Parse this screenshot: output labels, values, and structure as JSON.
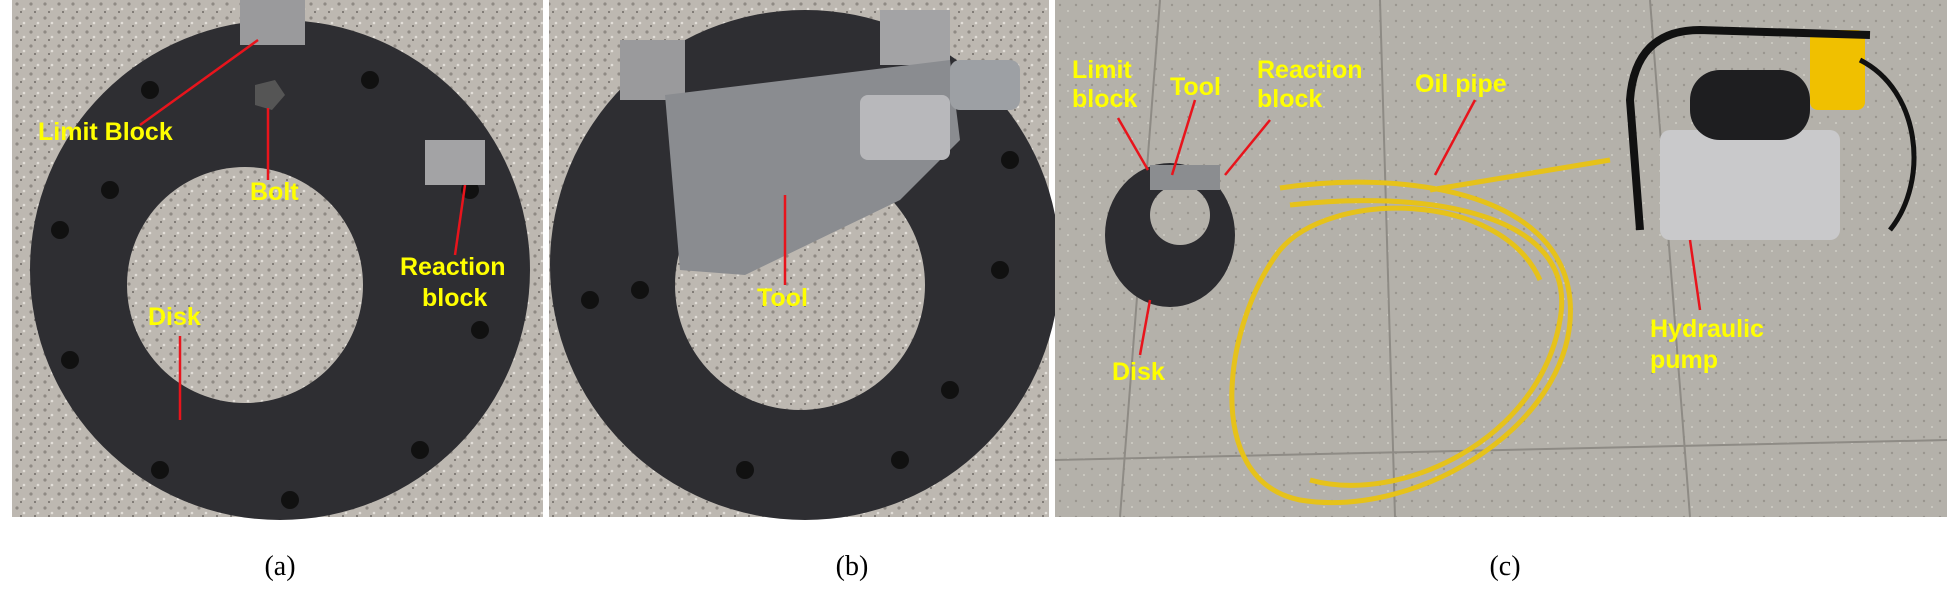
{
  "panels": [
    {
      "caption": "(a)",
      "labels": {
        "limit_block": "Limit Block",
        "bolt": "Bolt",
        "reaction_block_1": "Reaction",
        "reaction_block_2": "block",
        "disk": "Disk"
      }
    },
    {
      "caption": "(b)",
      "labels": {
        "tool": "Tool"
      }
    },
    {
      "caption": "(c)",
      "labels": {
        "limit_block_1": "Limit",
        "limit_block_2": "block",
        "tool": "Tool",
        "reaction_block_1": "Reaction",
        "reaction_block_2": "block",
        "oil_pipe": "Oil pipe",
        "disk": "Disk",
        "pump_1": "Hydraulic",
        "pump_2": "pump"
      }
    }
  ],
  "colors": {
    "label": "#ffff00",
    "leader": "#e8141c"
  }
}
